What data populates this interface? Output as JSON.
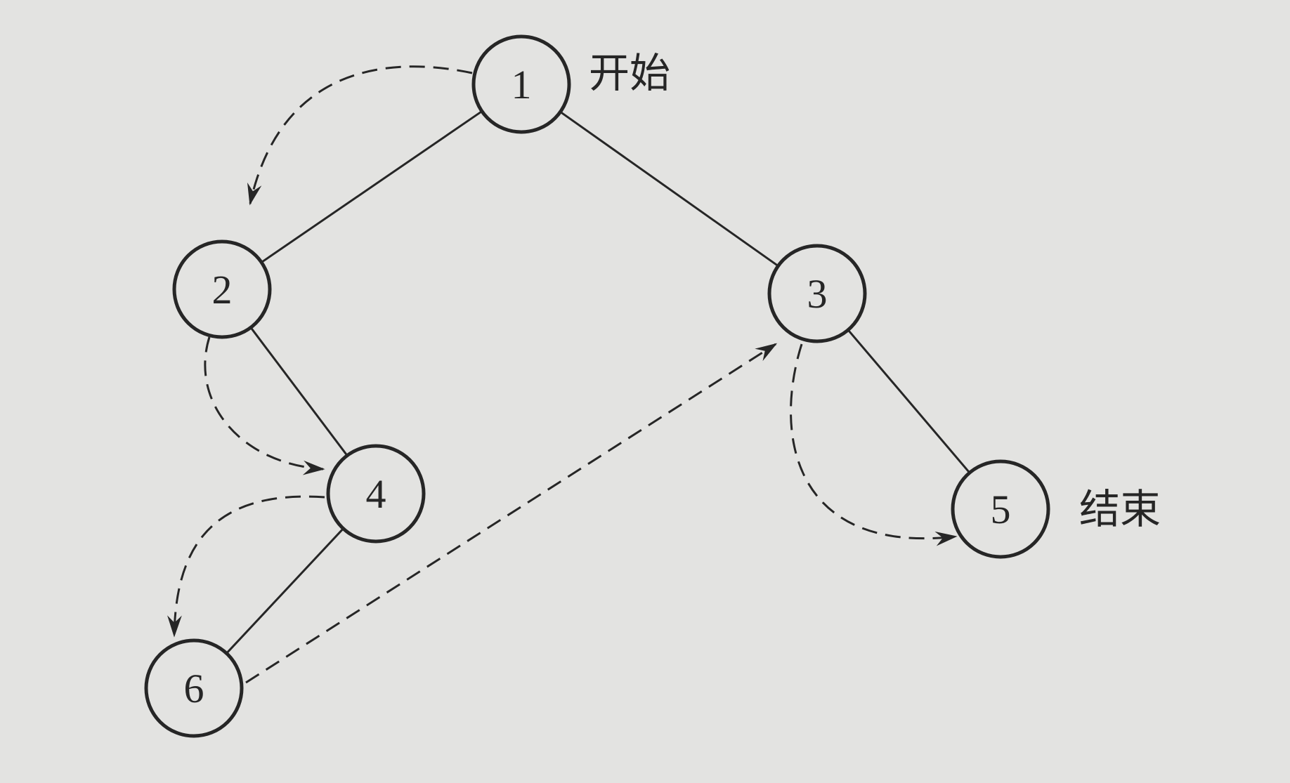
{
  "diagram": {
    "nodes": [
      {
        "id": "1",
        "label": "1"
      },
      {
        "id": "2",
        "label": "2"
      },
      {
        "id": "3",
        "label": "3"
      },
      {
        "id": "4",
        "label": "4"
      },
      {
        "id": "5",
        "label": "5"
      },
      {
        "id": "6",
        "label": "6"
      }
    ],
    "tree_edges": [
      {
        "from": "1",
        "to": "2"
      },
      {
        "from": "1",
        "to": "3"
      },
      {
        "from": "2",
        "to": "4"
      },
      {
        "from": "3",
        "to": "5"
      },
      {
        "from": "4",
        "to": "6"
      }
    ],
    "traversal_edges": [
      {
        "from": "1",
        "to": "2"
      },
      {
        "from": "2",
        "to": "4"
      },
      {
        "from": "4",
        "to": "6"
      },
      {
        "from": "6",
        "to": "3"
      },
      {
        "from": "3",
        "to": "5"
      }
    ],
    "annotations": {
      "start": {
        "node": "1",
        "text": "开始"
      },
      "end": {
        "node": "5",
        "text": "结束"
      }
    },
    "colors": {
      "background": "#e3e3e1",
      "ink": "#262626"
    }
  }
}
